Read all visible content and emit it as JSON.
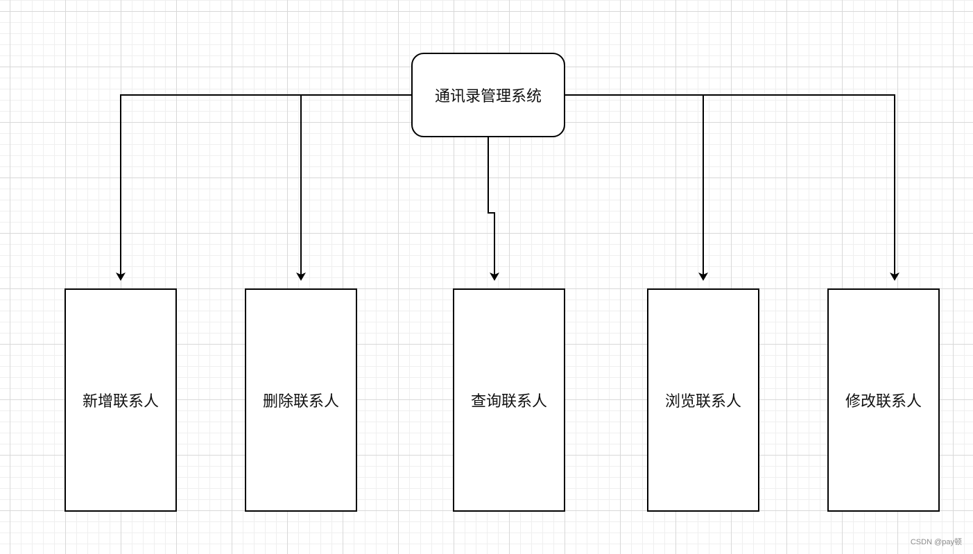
{
  "diagram": {
    "root": {
      "label": "通讯录管理系统"
    },
    "children": [
      {
        "label": "新增联系人"
      },
      {
        "label": "删除联系人"
      },
      {
        "label": "查询联系人"
      },
      {
        "label": "浏览联系人"
      },
      {
        "label": "修改联系人"
      }
    ],
    "connectors": [
      {
        "from": "通讯录管理系统",
        "to": "新增联系人"
      },
      {
        "from": "通讯录管理系统",
        "to": "删除联系人"
      },
      {
        "from": "通讯录管理系统",
        "to": "查询联系人"
      },
      {
        "from": "通讯录管理系统",
        "to": "浏览联系人"
      },
      {
        "from": "通讯录管理系统",
        "to": "修改联系人"
      }
    ]
  },
  "watermark": "CSDN @pay顿",
  "colors": {
    "stroke": "#000000",
    "node_fill": "#ffffff",
    "grid_major": "#d8d8d8",
    "grid_minor": "#efefef"
  }
}
